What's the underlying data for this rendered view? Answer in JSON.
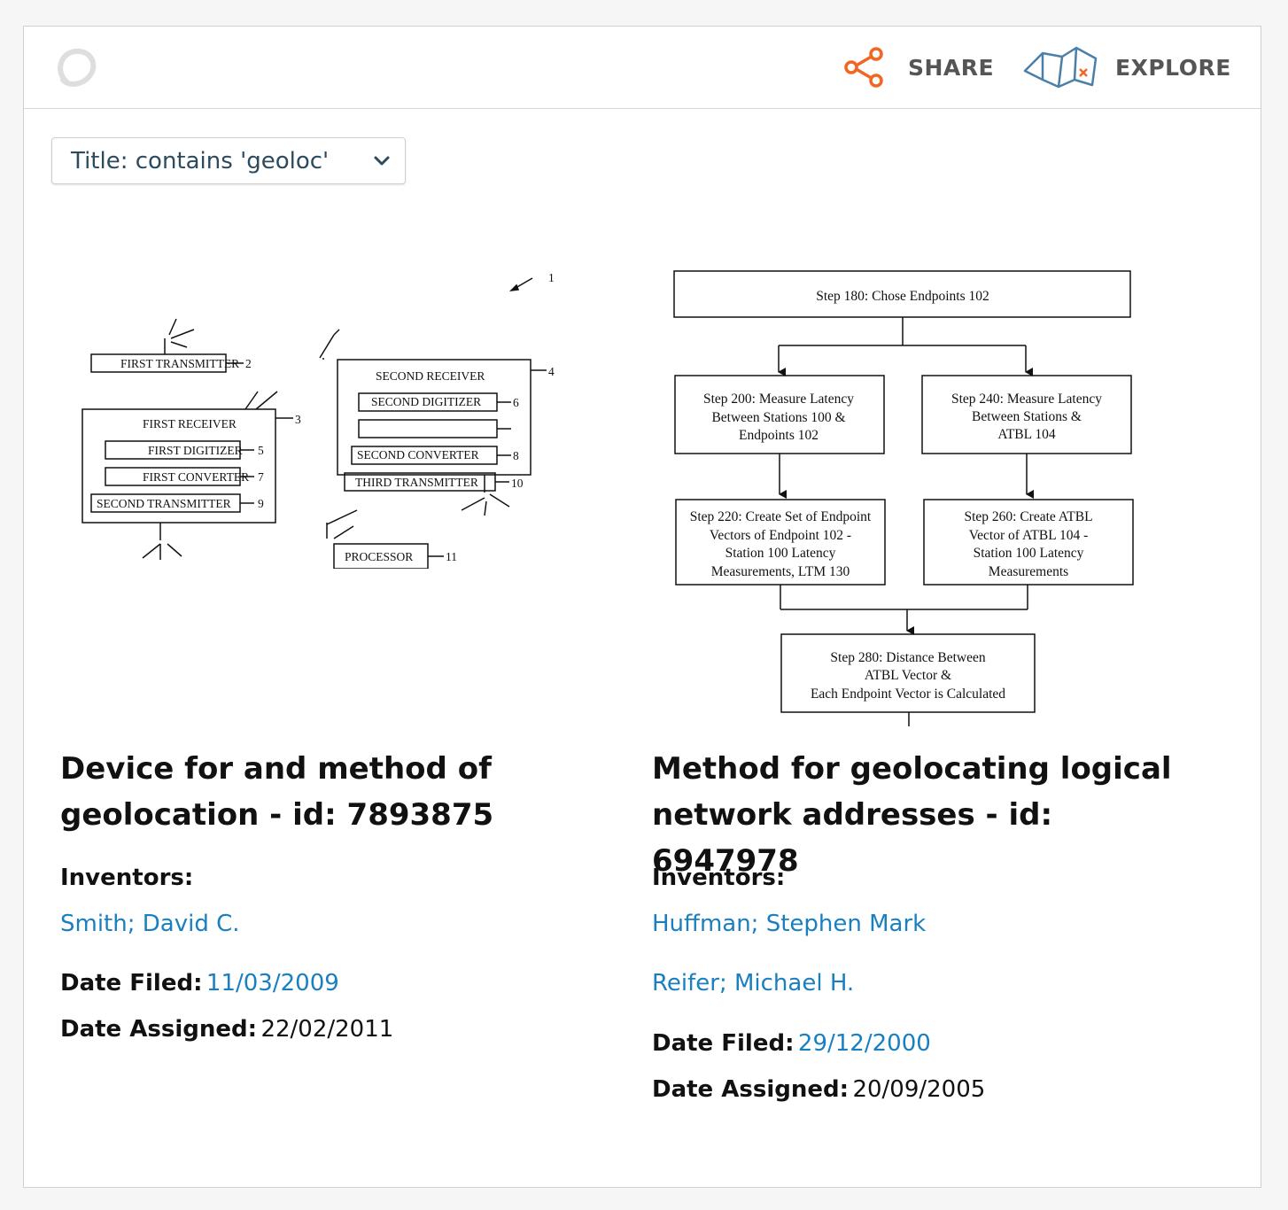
{
  "header": {
    "share_label": "SHARE",
    "explore_label": "EXPLORE",
    "colors": {
      "accent": "#f26522",
      "icon_blue": "#4a7fa8",
      "label": "#555555"
    }
  },
  "filter": {
    "label": "Title: contains 'geoloc'"
  },
  "results": [
    {
      "title_line1": "Device for and method of",
      "title_line2": "geolocation - id: 7893875",
      "inventors_label": "Inventors:",
      "inventors": [
        "Smith; David C."
      ],
      "date_filed_label": "Date Filed:",
      "date_filed": "11/03/2009",
      "date_assigned_label": "Date Assigned:",
      "date_assigned": "22/02/2011",
      "figure": {
        "first_transmitter": "FIRST TRANSMITTER",
        "first_receiver": "FIRST RECEIVER",
        "first_digitizer": "FIRST DIGITIZER",
        "first_converter": "FIRST CONVERTER",
        "second_transmitter": "SECOND TRANSMITTER",
        "second_receiver": "SECOND RECEIVER",
        "second_digitizer": "SECOND DIGITIZER",
        "second_converter": "SECOND CONVERTER",
        "third_transmitter": "THIRD TRANSMITTER",
        "processor": "PROCESSOR",
        "ref_1": "1",
        "ref_2": "2",
        "ref_3": "3",
        "ref_4": "4",
        "ref_5": "5",
        "ref_6": "6",
        "ref_7": "7",
        "ref_8": "8",
        "ref_9": "9",
        "ref_10": "10",
        "ref_11": "11"
      }
    },
    {
      "title_line1": "Method for geolocating logical",
      "title_line2": "network addresses - id: 6947978",
      "inventors_label": "Inventors:",
      "inventors": [
        "Huffman; Stephen Mark",
        "Reifer; Michael H."
      ],
      "date_filed_label": "Date Filed:",
      "date_filed": "29/12/2000",
      "date_assigned_label": "Date Assigned:",
      "date_assigned": "20/09/2005",
      "figure": {
        "step180": "Step 180:  Chose Endpoints 102",
        "step200": [
          "Step 200:  Measure Latency",
          "Between Stations 100 &",
          "Endpoints 102"
        ],
        "step240": [
          "Step 240:  Measure Latency",
          "Between Stations &",
          "ATBL 104"
        ],
        "step220": [
          "Step 220: Create Set of Endpoint",
          "Vectors of Endpoint 102 -",
          "Station 100 Latency",
          "Measurements, LTM 130"
        ],
        "step260": [
          "Step 260:  Create ATBL",
          "Vector of ATBL 104 -",
          "Station 100 Latency",
          "Measurements"
        ],
        "step280": [
          "Step 280:  Distance Between",
          "ATBL Vector &",
          "Each Endpoint Vector is Calculated"
        ]
      }
    }
  ]
}
